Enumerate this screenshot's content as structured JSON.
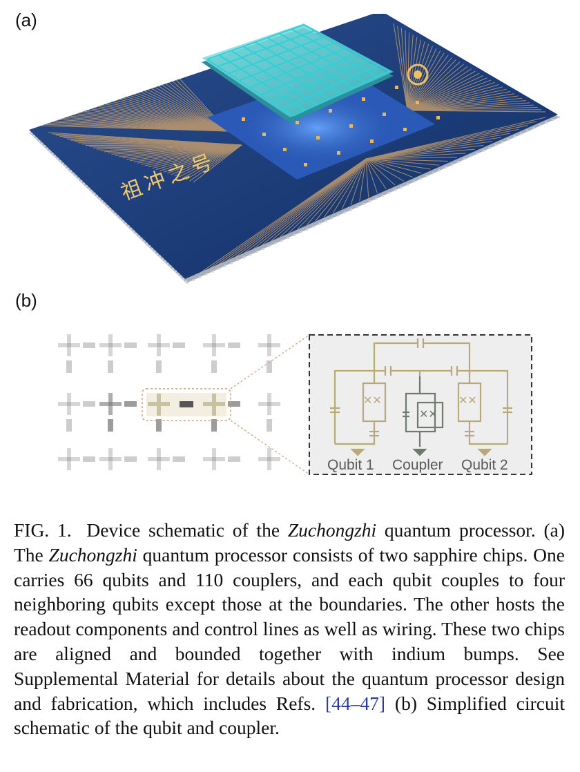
{
  "panel_labels": {
    "a": "(a)",
    "b": "(b)"
  },
  "chip_title": "祖冲之号",
  "schematic_labels": {
    "qubit1": "Qubit 1",
    "coupler": "Coupler",
    "qubit2": "Qubit 2"
  },
  "caption": {
    "lead": "FIG. 1.",
    "p1": "Device schematic of the ",
    "name1": "Zuchongzhi",
    "p2": " quantum processor. (a) The ",
    "name2": "Zuchongzhi",
    "p3": " quantum processor consists of two sapphire chips. One carries 66 qubits and 110 couplers, and each qubit couples to four neighboring qubits except those at the boundaries. The other hosts the readout components and control lines as well as wiring. These two chips are aligned and bounded together with indium bumps. See Supplemental Material for details about the quantum processor design and fabrication, which includes Refs. ",
    "refs": "[44–47]",
    "p4": " (b) Simplified circuit schematic of the qubit and coupler."
  },
  "colors": {
    "board_blue": "#1f3d78",
    "wire_gold": "#d9a86a",
    "top_chip": "#5fd3d6",
    "schematic_gold": "#b9a878",
    "schematic_green": "#6f7a6c",
    "ref_link": "#2b3a9e"
  }
}
